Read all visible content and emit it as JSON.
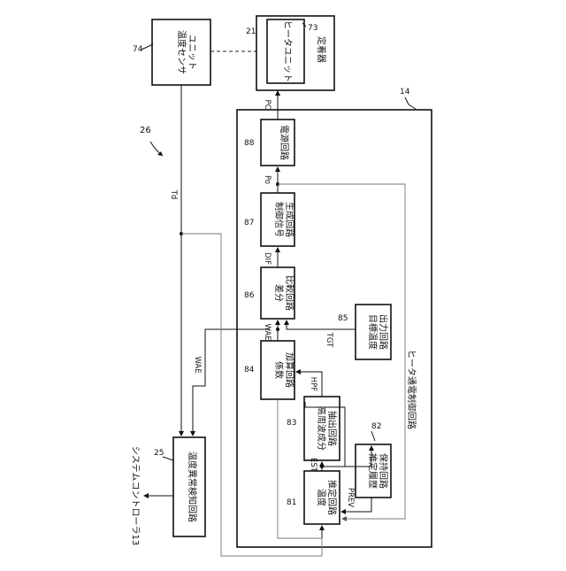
{
  "figure_ref": "26",
  "blocks": {
    "temp_sensor_unit": {
      "ref": "74",
      "label1": "温度センサ",
      "label2": "ユニット"
    },
    "fixing_device": {
      "ref": "21",
      "label": "定着器"
    },
    "heater_unit": {
      "ref": "73",
      "label": "ヒータユニット"
    },
    "heater_control_circuit": {
      "ref": "14",
      "label": "ヒータ通電制御回路"
    },
    "power_circuit": {
      "ref": "88",
      "label": "電源回路"
    },
    "control_signal_gen": {
      "ref": "87",
      "label1": "制御信号",
      "label2": "生成回路"
    },
    "diff_compare": {
      "ref": "86",
      "label1": "差分",
      "label2": "比較回路"
    },
    "target_temp_output": {
      "ref": "85",
      "label1": "目標温度",
      "label2": "出力回路"
    },
    "coef_add": {
      "ref": "84",
      "label1": "係数",
      "label2": "加算回路"
    },
    "hf_extract": {
      "ref": "83",
      "label1": "高周波成分",
      "label2": "抽出回路"
    },
    "estimate_hold": {
      "ref": "82",
      "label1": "推定履歴",
      "label2": "保持回路"
    },
    "temp_estimate": {
      "ref": "81",
      "label1": "温度",
      "label2": "推定回路"
    },
    "temp_anomaly": {
      "ref": "25",
      "label": "温度異常検知回路"
    }
  },
  "signals": {
    "pc": "PC",
    "po": "Po",
    "dif": "DIF",
    "wae": "WAE",
    "wae2": "WAE",
    "tgt": "TGT",
    "hpf": "HPF",
    "est": "EST",
    "prev": "PREV",
    "td": "Td"
  },
  "system_controller": "システムコントローラ13"
}
